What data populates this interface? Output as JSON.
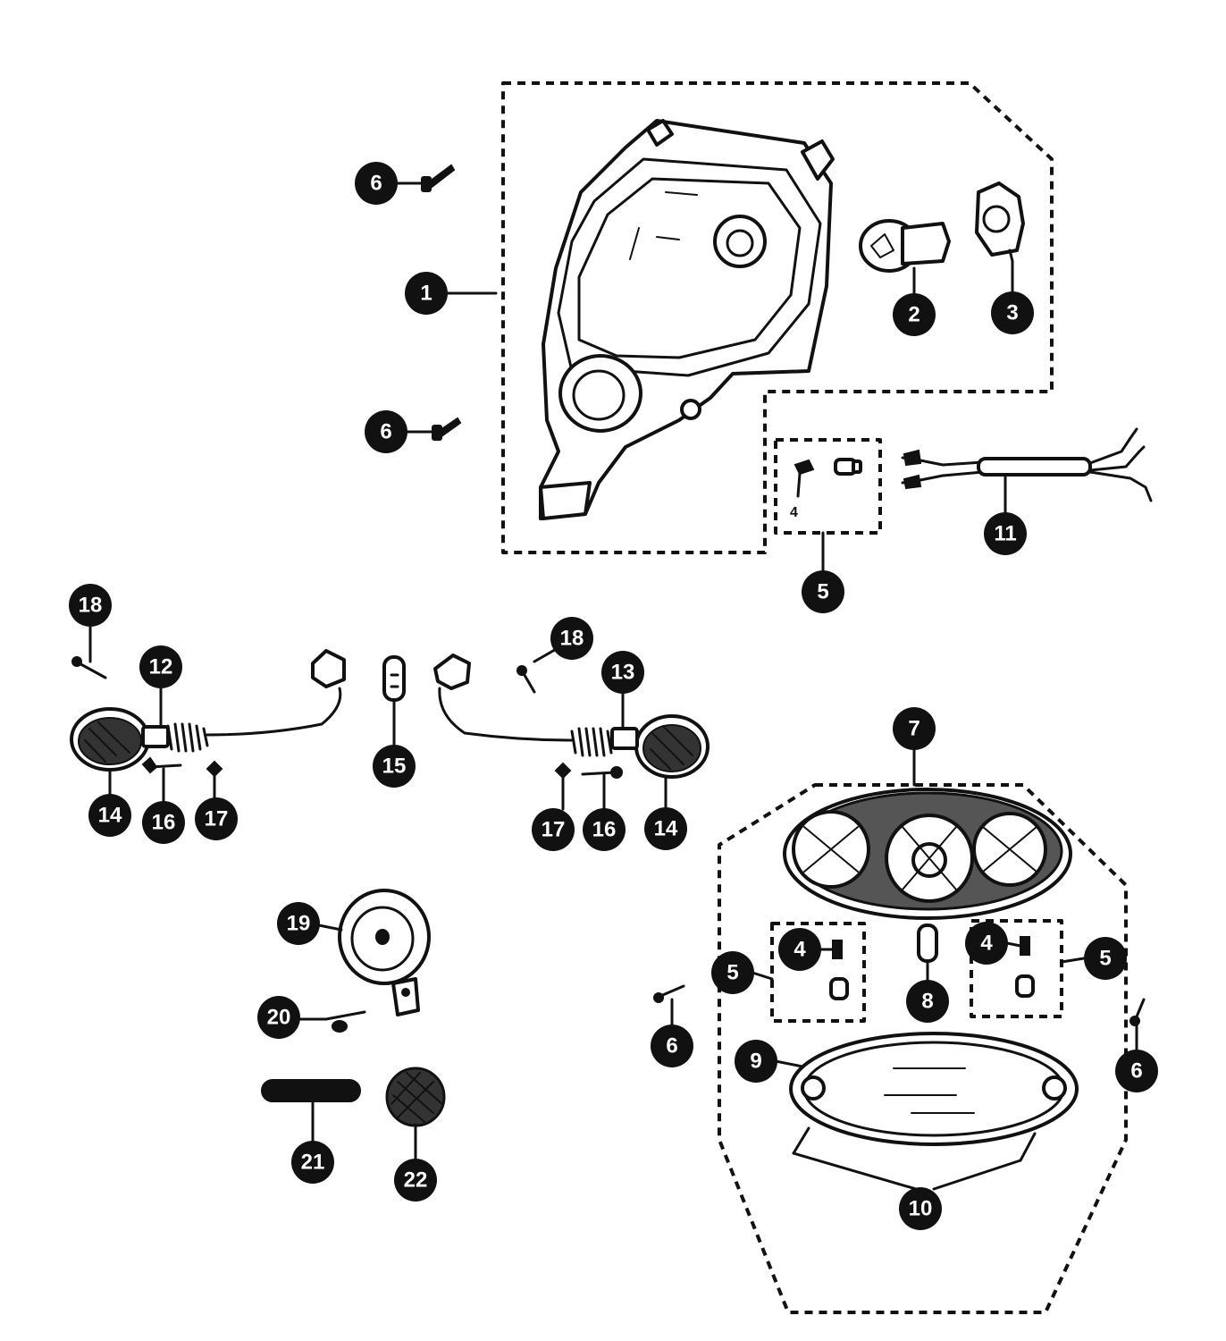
{
  "diagram": {
    "labels": [
      {
        "id": "label-1",
        "text": "1"
      },
      {
        "id": "label-2",
        "text": "2"
      },
      {
        "id": "label-3",
        "text": "3"
      },
      {
        "id": "label-4a",
        "text": "4"
      },
      {
        "id": "label-4b",
        "text": "4"
      },
      {
        "id": "label-5a",
        "text": "5"
      },
      {
        "id": "label-5b",
        "text": "5"
      },
      {
        "id": "label-5c",
        "text": "5"
      },
      {
        "id": "label-6a",
        "text": "6"
      },
      {
        "id": "label-6b",
        "text": "6"
      },
      {
        "id": "label-6c",
        "text": "6"
      },
      {
        "id": "label-6d",
        "text": "6"
      },
      {
        "id": "label-7",
        "text": "7"
      },
      {
        "id": "label-8",
        "text": "8"
      },
      {
        "id": "label-9",
        "text": "9"
      },
      {
        "id": "label-10",
        "text": "10"
      },
      {
        "id": "label-11",
        "text": "11"
      },
      {
        "id": "label-12",
        "text": "12"
      },
      {
        "id": "label-13",
        "text": "13"
      },
      {
        "id": "label-14a",
        "text": "14"
      },
      {
        "id": "label-14b",
        "text": "14"
      },
      {
        "id": "label-15",
        "text": "15"
      },
      {
        "id": "label-16a",
        "text": "16"
      },
      {
        "id": "label-16b",
        "text": "16"
      },
      {
        "id": "label-17a",
        "text": "17"
      },
      {
        "id": "label-17b",
        "text": "17"
      },
      {
        "id": "label-18a",
        "text": "18"
      },
      {
        "id": "label-18b",
        "text": "18"
      },
      {
        "id": "label-19",
        "text": "19"
      },
      {
        "id": "label-20",
        "text": "20"
      },
      {
        "id": "label-21",
        "text": "21"
      },
      {
        "id": "label-22",
        "text": "22"
      }
    ],
    "socket_mark": "4"
  }
}
